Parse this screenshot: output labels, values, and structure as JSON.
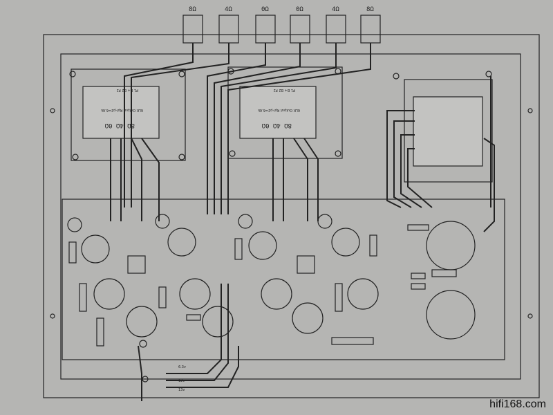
{
  "title": "Tube amplifier chassis / PCB layout",
  "output_jacks": [
    "8Ω",
    "4Ω",
    "0Ω",
    "0Ω",
    "4Ω",
    "8Ω"
  ],
  "transformers": [
    {
      "taps": "8Ω 4Ω 0Ω",
      "name": "6LK Output Rpl-p2=6.6k",
      "pins": "P1 B+ B2 P2"
    },
    {
      "taps": "8Ω 4Ω 0Ω",
      "name": "6LK Output Rpl-p2=6.6k",
      "pins": "P1 B+ B2 P2"
    }
  ],
  "power_labels": [
    "6.3v",
    "12v",
    "13v"
  ],
  "watermark": "hifi168.com",
  "colors": {
    "background": "#b5b5b3",
    "ink": "#1a1a1a"
  }
}
